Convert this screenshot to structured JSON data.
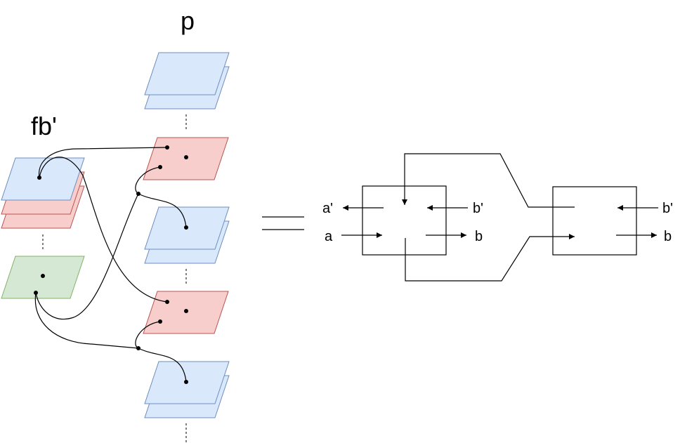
{
  "labels": {
    "fb": "fb'",
    "p": "p",
    "left_top_out": "a'",
    "left_bottom_in": "a",
    "mid_top_in": "b'",
    "mid_bottom_out": "b",
    "right_top_in": "b'",
    "right_bottom_out": "b"
  },
  "colors": {
    "blue_fill": "#dae8fc",
    "blue_stroke": "#6c8ebf",
    "red_fill": "#f8cecc",
    "red_stroke": "#b85450",
    "green_fill": "#d5e8d4",
    "green_stroke": "#82b366",
    "line": "#000000"
  }
}
